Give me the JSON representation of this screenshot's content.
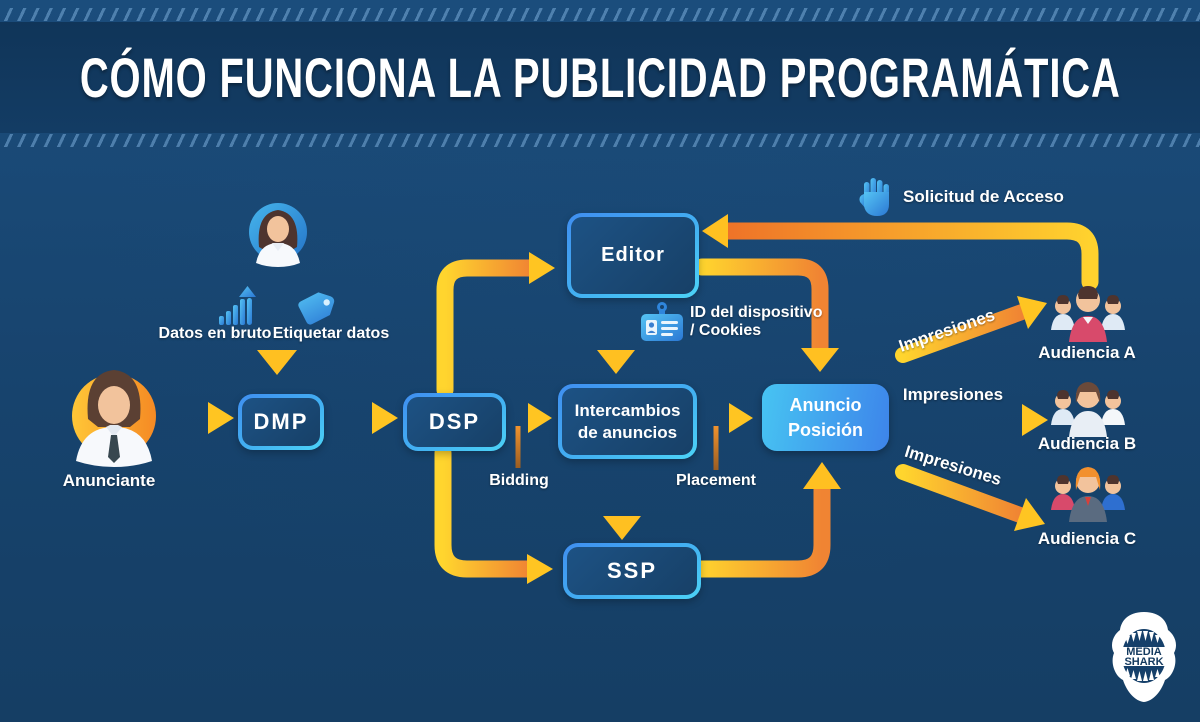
{
  "title": "CÓMO FUNCIONA LA PUBLICIDAD PROGRAMÁTICA",
  "nodes": {
    "editor": "Editor",
    "dmp": "DMP",
    "dsp": "DSP",
    "ad_exchange": {
      "line1": "Intercambios",
      "line2": "de anuncios"
    },
    "ad_position": {
      "line1": "Anuncio",
      "line2": "Posición"
    },
    "ssp": "SSP"
  },
  "labels": {
    "advertiser": "Anunciante",
    "raw_data": "Datos en bruto",
    "tag_data": "Etiquetar datos",
    "bidding": "Bidding",
    "placement": "Placement",
    "access_request": "Solicitud de Acceso",
    "device_id_line1": "ID del dispositivo",
    "device_id_line2": "/ Cookies",
    "impressions": "Impresiones",
    "audience_a": "Audiencia A",
    "audience_b": "Audiencia B",
    "audience_c": "Audiencia C"
  },
  "logo": {
    "line1": "MEDIA",
    "line2": "SHARK"
  },
  "colors": {
    "background": "#17436d",
    "header_band": "#133c64",
    "arrow_orange": "#f07c2d",
    "arrow_yellow": "#ffd22e",
    "box_border_blue": "#3f8ef0",
    "box_border_cyan": "#4cd3f7",
    "box_fill": "#174067",
    "ad_position_fill_start": "#47c4f2",
    "ad_position_fill_end": "#3d84ea",
    "text": "#ffffff"
  }
}
